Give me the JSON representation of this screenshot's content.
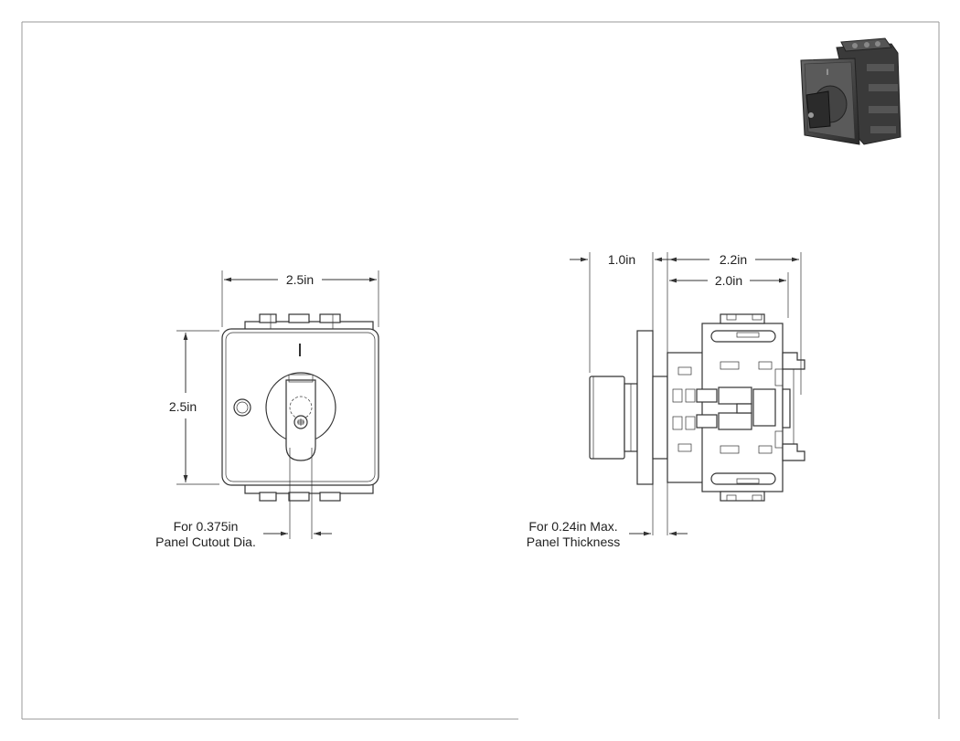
{
  "front_view": {
    "width_label": "2.5in",
    "height_label": "2.5in",
    "cutout_label_line1": "For 0.375in",
    "cutout_label_line2": "Panel Cutout Dia."
  },
  "side_view": {
    "handle_depth_label": "1.0in",
    "overall_depth_label": "2.2in",
    "body_depth_label": "2.0in",
    "panel_label_line1": "For 0.24in Max.",
    "panel_label_line2": "Panel Thickness"
  },
  "thumbnail": {
    "position_mark": "I"
  }
}
